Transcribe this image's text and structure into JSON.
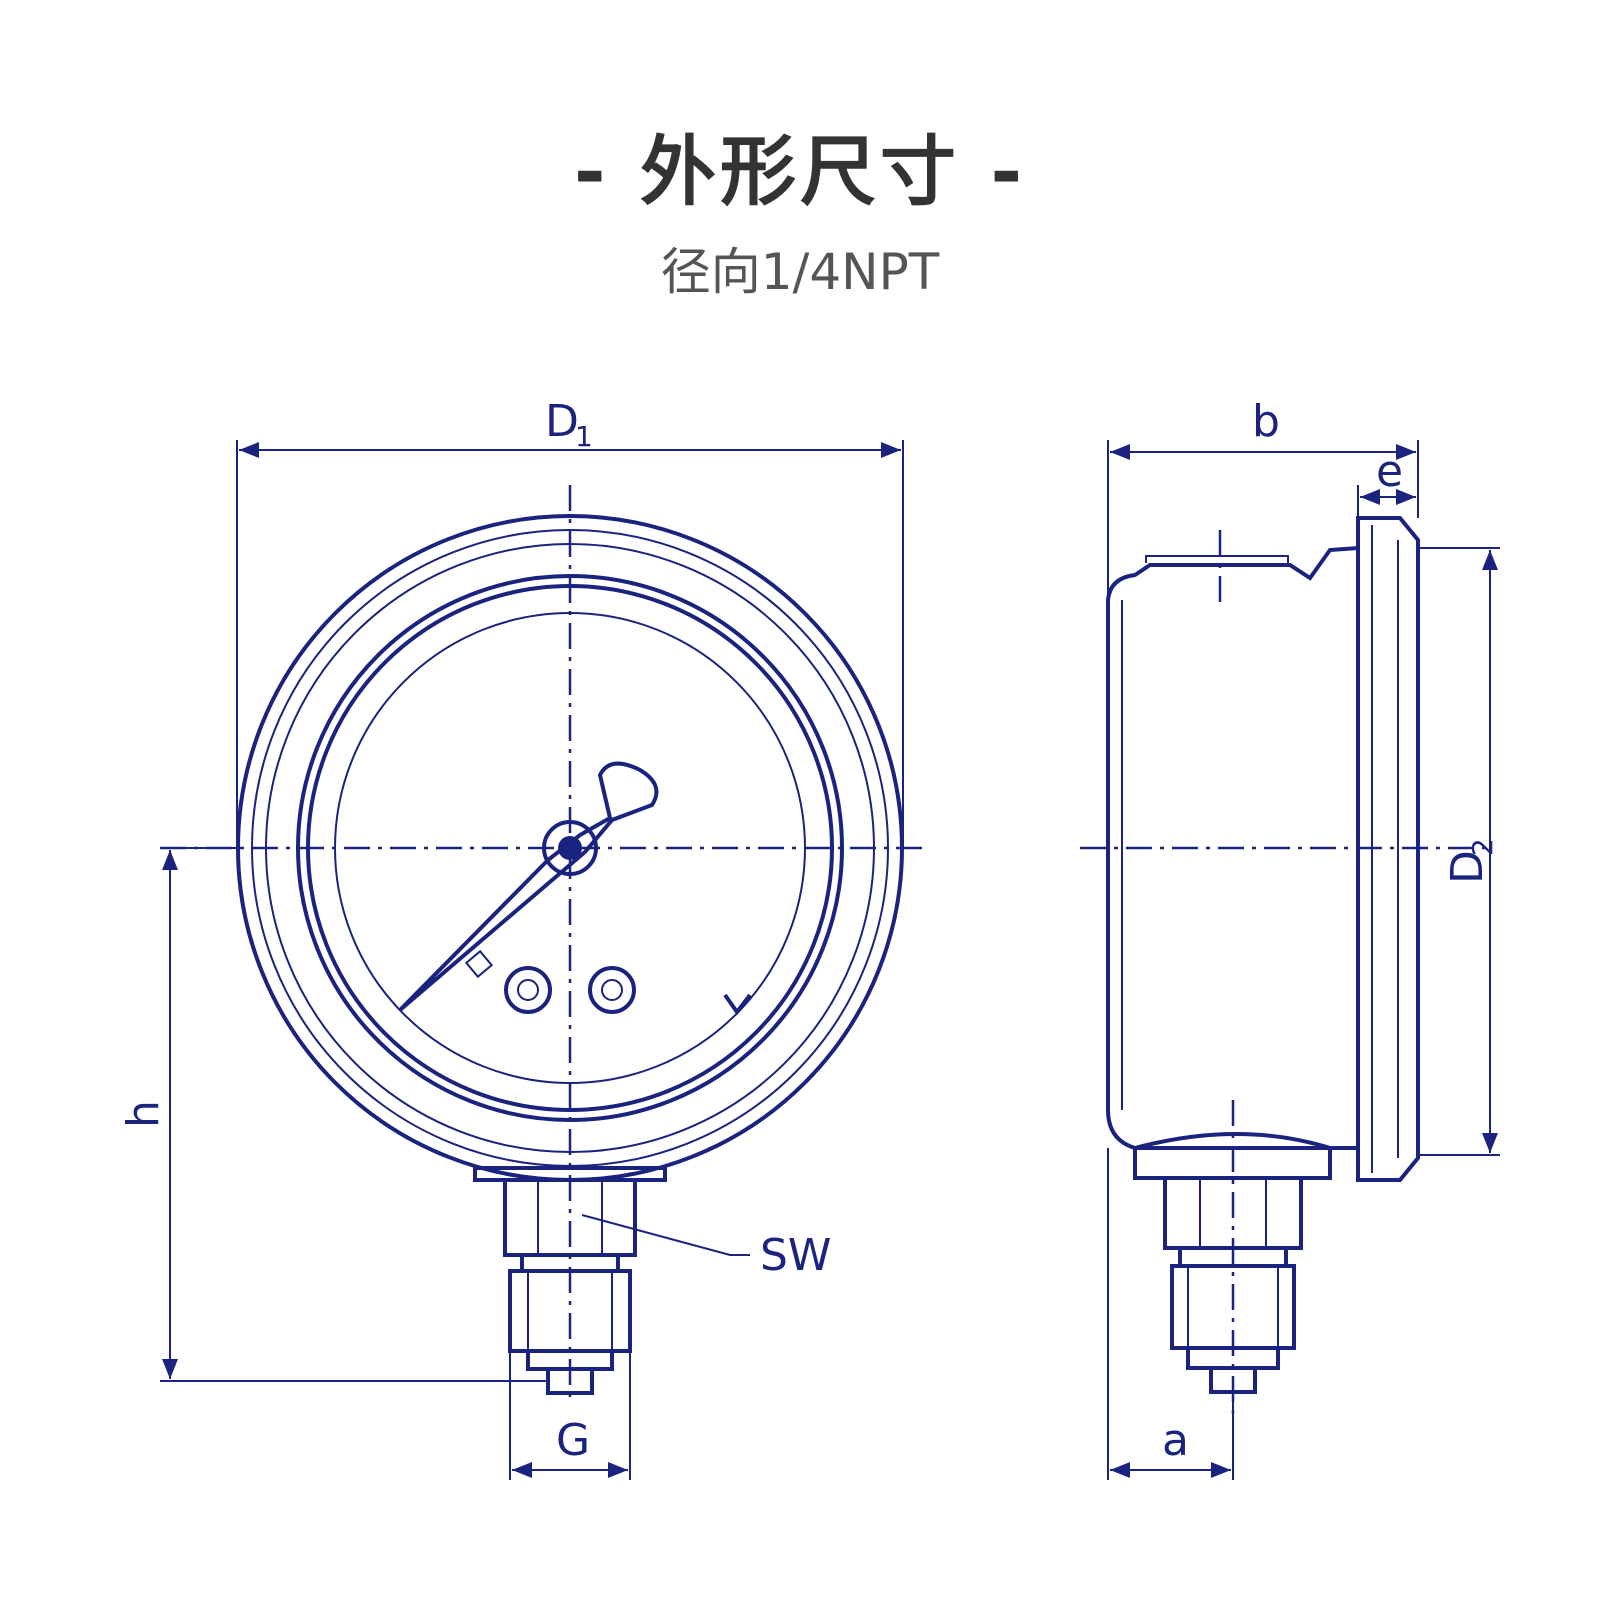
{
  "header": {
    "title": "- 外形尺寸 -",
    "subtitle": "径向1/4NPT"
  },
  "dimensions": {
    "d1_main": "D",
    "d1_sub": "1",
    "b": "b",
    "e": "e",
    "d2_main": "D",
    "d2_sub": "2",
    "h": "h",
    "sw": "SW",
    "g": "G",
    "a": "a"
  },
  "colors": {
    "line": "#1a237e",
    "title": "#333333"
  }
}
